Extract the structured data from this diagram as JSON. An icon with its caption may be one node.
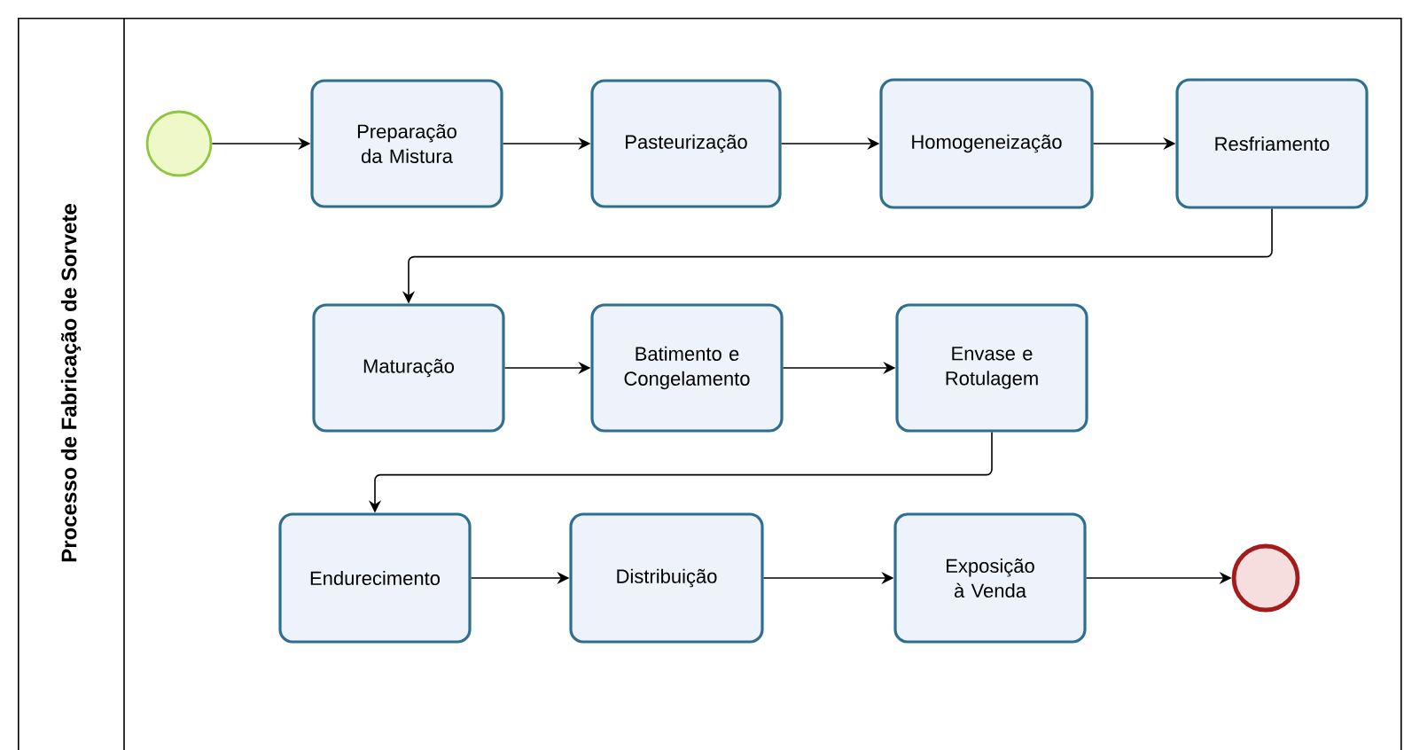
{
  "diagram": {
    "nodes": [
      {
        "text": [
          "Processo de Fabricação de Sorvete"
        ]
      },
      {
        "text": [],
        "shape": "circle",
        "in": 0
      },
      {
        "text": [
          "Preparação da Mistura"
        ],
        "in": 0
      },
      {
        "text": [
          "Pasteurização"
        ],
        "in": 0
      },
      {
        "text": [
          "Homogeneização"
        ],
        "in": 0
      },
      {
        "text": [
          "Resfriamento"
        ],
        "in": 0
      },
      {
        "text": [
          "Maturação"
        ],
        "in": 0
      },
      {
        "text": [
          "Batimento e Congelamento"
        ],
        "in": 0
      },
      {
        "text": [
          "Envase e Rotulagem"
        ],
        "in": 0
      },
      {
        "text": [
          "Endurecimento"
        ],
        "in": 0
      },
      {
        "text": [
          "Distribuição"
        ],
        "in": 0
      },
      {
        "text": [
          "Exposição à Venda"
        ],
        "in": 0
      },
      {
        "text": [],
        "shape": "circle",
        "in": 0
      }
    ],
    "edges": [
      {
        "from": 1,
        "to": 2,
        "arrow": "to"
      },
      {
        "from": 2,
        "to": 3,
        "arrow": "to"
      },
      {
        "from": 3,
        "to": 4,
        "arrow": "to"
      },
      {
        "from": 4,
        "to": 5,
        "arrow": "to"
      },
      {
        "from": 5,
        "to": 6,
        "arrow": "to"
      },
      {
        "from": 6,
        "to": 7,
        "arrow": "to"
      },
      {
        "from": 7,
        "to": 8,
        "arrow": "to"
      },
      {
        "from": 8,
        "to": 9,
        "arrow": "to"
      },
      {
        "from": 9,
        "to": 10,
        "arrow": "to"
      },
      {
        "from": 10,
        "to": 11,
        "arrow": "to"
      },
      {
        "from": 11,
        "to": 12,
        "arrow": "to"
      }
    ]
  }
}
